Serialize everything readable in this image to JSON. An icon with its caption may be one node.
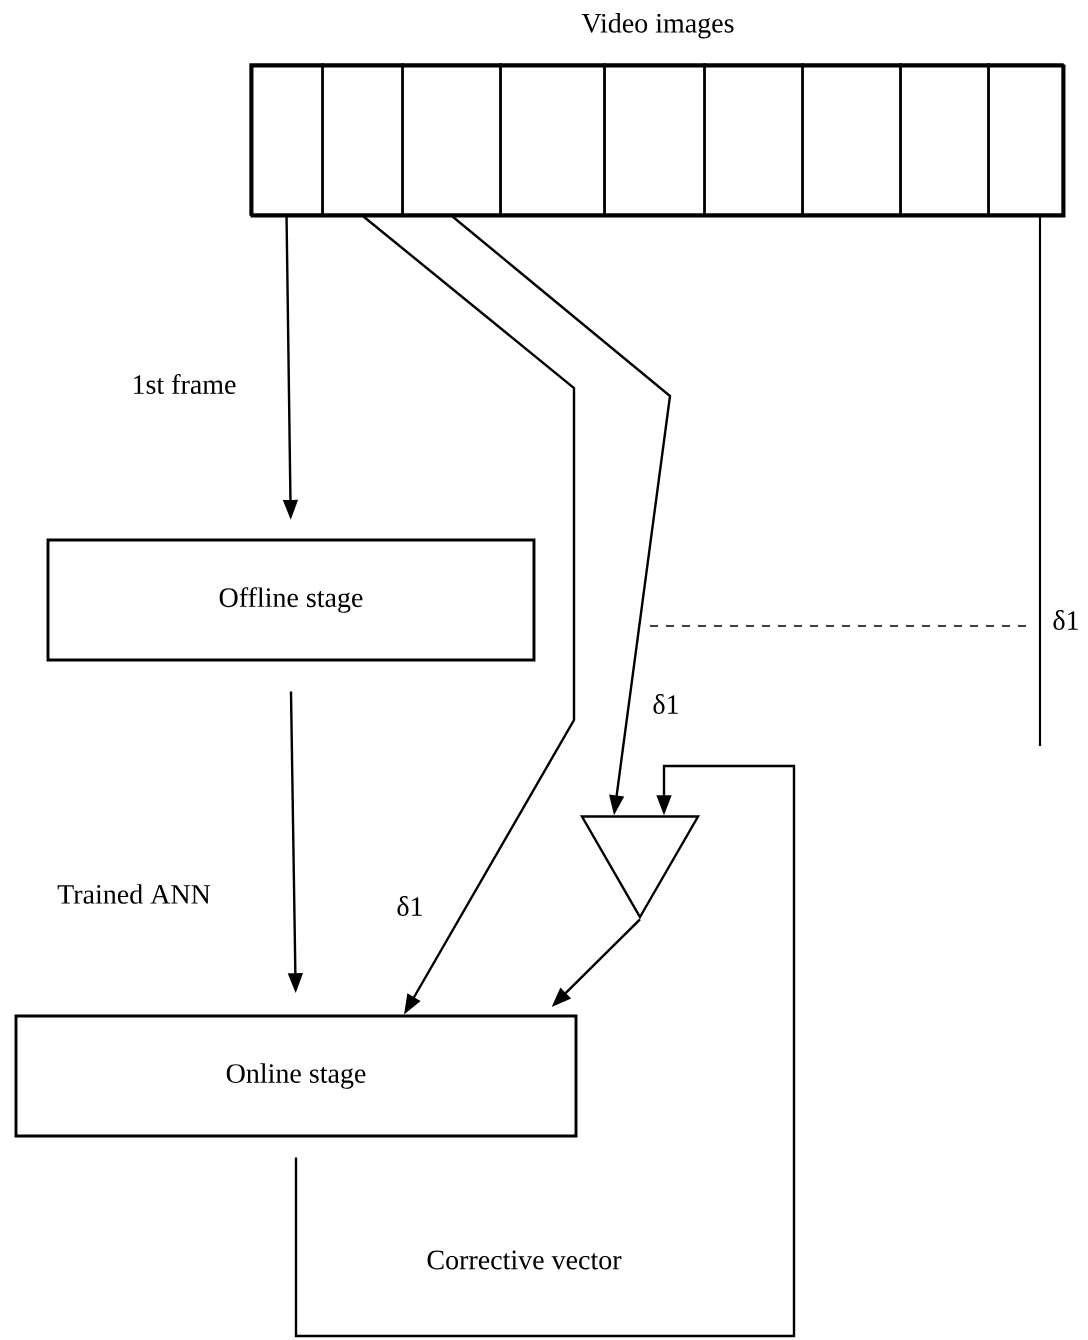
{
  "diagram": {
    "nodes": [
      {
        "text": [
          "Video images"
        ]
      },
      {
        "text": [],
        "shape": "box",
        "in": 0
      },
      {
        "text": [],
        "shape": "box",
        "in": 0
      },
      {
        "text": [],
        "shape": "box",
        "in": 0
      },
      {
        "text": [],
        "shape": "box",
        "in": 0
      },
      {
        "text": [],
        "shape": "box",
        "in": 0
      },
      {
        "text": [],
        "shape": "box",
        "in": 0
      },
      {
        "text": [],
        "shape": "box",
        "in": 0
      },
      {
        "text": [],
        "shape": "box",
        "in": 0
      },
      {
        "text": [],
        "shape": "box",
        "in": 0
      },
      {
        "text": [
          "Offline stage"
        ]
      },
      {
        "text": [
          "Online stage"
        ]
      },
      {
        "text": [],
        "shape": "triangle"
      }
    ],
    "edges": [
      {
        "from": 1,
        "to": 10,
        "arrow": "to",
        "label": "1st frame"
      },
      {
        "from": 10,
        "to": 11,
        "arrow": "to",
        "label": "Trained ANN"
      },
      {
        "from": 2,
        "to": 11,
        "arrow": "to",
        "label": "δ1"
      },
      {
        "from": 3,
        "to": 12,
        "arrow": "to",
        "label": "δ1"
      },
      {
        "from": 12,
        "to": 11,
        "arrow": "to"
      },
      {
        "from": 11,
        "to": 12,
        "arrow": "to",
        "label": "Corrective vector"
      }
    ],
    "labels": [
      "δ1"
    ]
  }
}
